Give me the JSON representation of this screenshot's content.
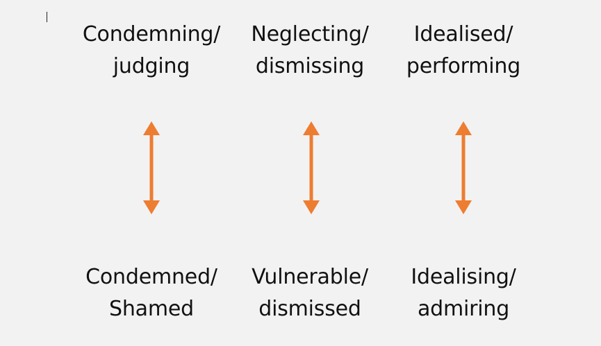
{
  "colors": {
    "background": "#f2f2f2",
    "text": "#111111",
    "arrow": "#ed7d31"
  },
  "columns": [
    {
      "top": {
        "line1": "Condemning/",
        "line2": "judging"
      },
      "bottom": {
        "line1": "Condemned/",
        "line2": "Shamed"
      },
      "arrow": "double-headed-vertical-arrow"
    },
    {
      "top": {
        "line1": "Neglecting/",
        "line2": "dismissing"
      },
      "bottom": {
        "line1": "Vulnerable/",
        "line2": "dismissed"
      },
      "arrow": "double-headed-vertical-arrow"
    },
    {
      "top": {
        "line1": "Idealised/",
        "line2": "performing"
      },
      "bottom": {
        "line1": "Idealising/",
        "line2": "admiring"
      },
      "arrow": "double-headed-vertical-arrow"
    }
  ]
}
